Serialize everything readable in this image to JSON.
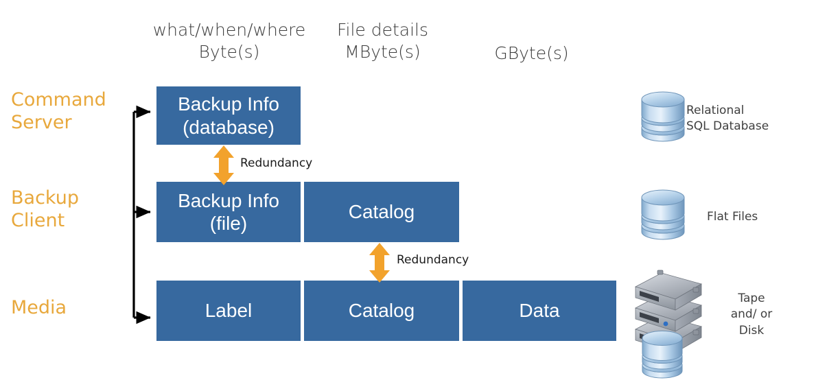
{
  "headers": {
    "bytes": "what/when/where\nByte(s)",
    "mbytes": "File details\nMByte(s)",
    "gbytes": "GByte(s)"
  },
  "roles": {
    "command_server": "Command\nServer",
    "backup_client": "Backup\nClient",
    "media": "Media"
  },
  "boxes": {
    "backup_info_database": "Backup Info\n(database)",
    "backup_info_file": "Backup Info\n(file)",
    "catalog_client": "Catalog",
    "label": "Label",
    "catalog_media": "Catalog",
    "data": "Data"
  },
  "annotations": {
    "redundancy_top": "Redundancy",
    "redundancy_bottom": "Redundancy"
  },
  "storage": {
    "sql": "Relational\nSQL Database",
    "flat": "Flat Files",
    "tape": "Tape\nand/ or\nDisk"
  },
  "colors": {
    "box_blue": "#37699F",
    "role_orange": "#E8A83C",
    "arrow_orange": "#F2A22C",
    "connector_black": "#000000",
    "header_gray": "#3B3B3B",
    "caption_gray": "#404040",
    "cylinder_blue": "#9FC3E0"
  },
  "icons": {
    "sql": "database-cylinder-icon",
    "flat": "database-cylinder-icon",
    "tape": "tape-drive-stack-icon"
  }
}
